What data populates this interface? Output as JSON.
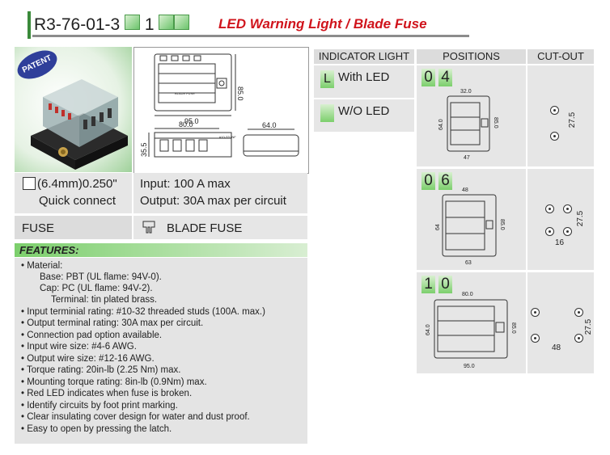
{
  "header": {
    "part_code": "R3-76-01-3",
    "part_digit": "1",
    "title": "LED Warning Light / Blade Fuse"
  },
  "photo": {
    "badge": "PATENT"
  },
  "drawing": {
    "top_view": {
      "height": "85.0",
      "width": "95.0",
      "label": "BLADE FUSE"
    },
    "side_view": {
      "width": "80.0",
      "height": "35.5",
      "note": "#10-32UNF"
    },
    "end_view": {
      "width": "64.0"
    }
  },
  "terminal": {
    "size": "(6.4mm)0.250\"",
    "type": "Quick connect",
    "input": "Input: 100 A max",
    "output": "Output: 30A max per circuit"
  },
  "fuse": {
    "label": "FUSE",
    "type": "BLADE FUSE"
  },
  "features": {
    "title": "FEATURES:",
    "lines": [
      "• Material:",
      "Base: PBT (UL flame: 94V-0).",
      "Cap: PC (UL flame: 94V-2).",
      "Terminal: tin plated brass.",
      "• Input terminial rating: #10-32 threaded studs (100A. max.)",
      "• Output terminal rating: 30A max per circuit.",
      "• Connection pad option available.",
      "• Input wire size: #4-6 AWG.",
      "• Output wire size: #12-16 AWG.",
      "• Torque rating: 20in-lb (2.25 Nm) max.",
      "• Mounting torque rating: 8in-lb (0.9Nm) max.",
      "• Red LED indicates when fuse is broken.",
      "• Identify circuits by foot print marking.",
      "• Clear insulating cover design for water and dust proof.",
      "• Easy to open by pressing the latch."
    ]
  },
  "table": {
    "headers": {
      "indicator": "INDICATOR LIGHT",
      "positions": "POSITIONS",
      "cutout": "CUT-OUT"
    },
    "indicator_options": [
      {
        "code": "L",
        "label": "With LED"
      },
      {
        "code": "",
        "label": "W/O LED"
      }
    ],
    "positions": [
      {
        "d1": "0",
        "d2": "4",
        "dims": {
          "top": "32.0",
          "left": "64.0",
          "right": "85.0",
          "bottom": "47"
        },
        "cut": {
          "v": "27.5"
        }
      },
      {
        "d1": "0",
        "d2": "6",
        "dims": {
          "top": "48",
          "left": "64",
          "right": "85.0",
          "bottom": "63"
        },
        "cut": {
          "v": "27.5",
          "h": "16"
        }
      },
      {
        "d1": "1",
        "d2": "0",
        "dims": {
          "top": "80.0",
          "left": "64.0",
          "right": "85.0",
          "bottom": "95.0"
        },
        "cut": {
          "v": "27.5",
          "h": "48"
        }
      }
    ],
    "drawing_label": "BLADE FUSE"
  }
}
